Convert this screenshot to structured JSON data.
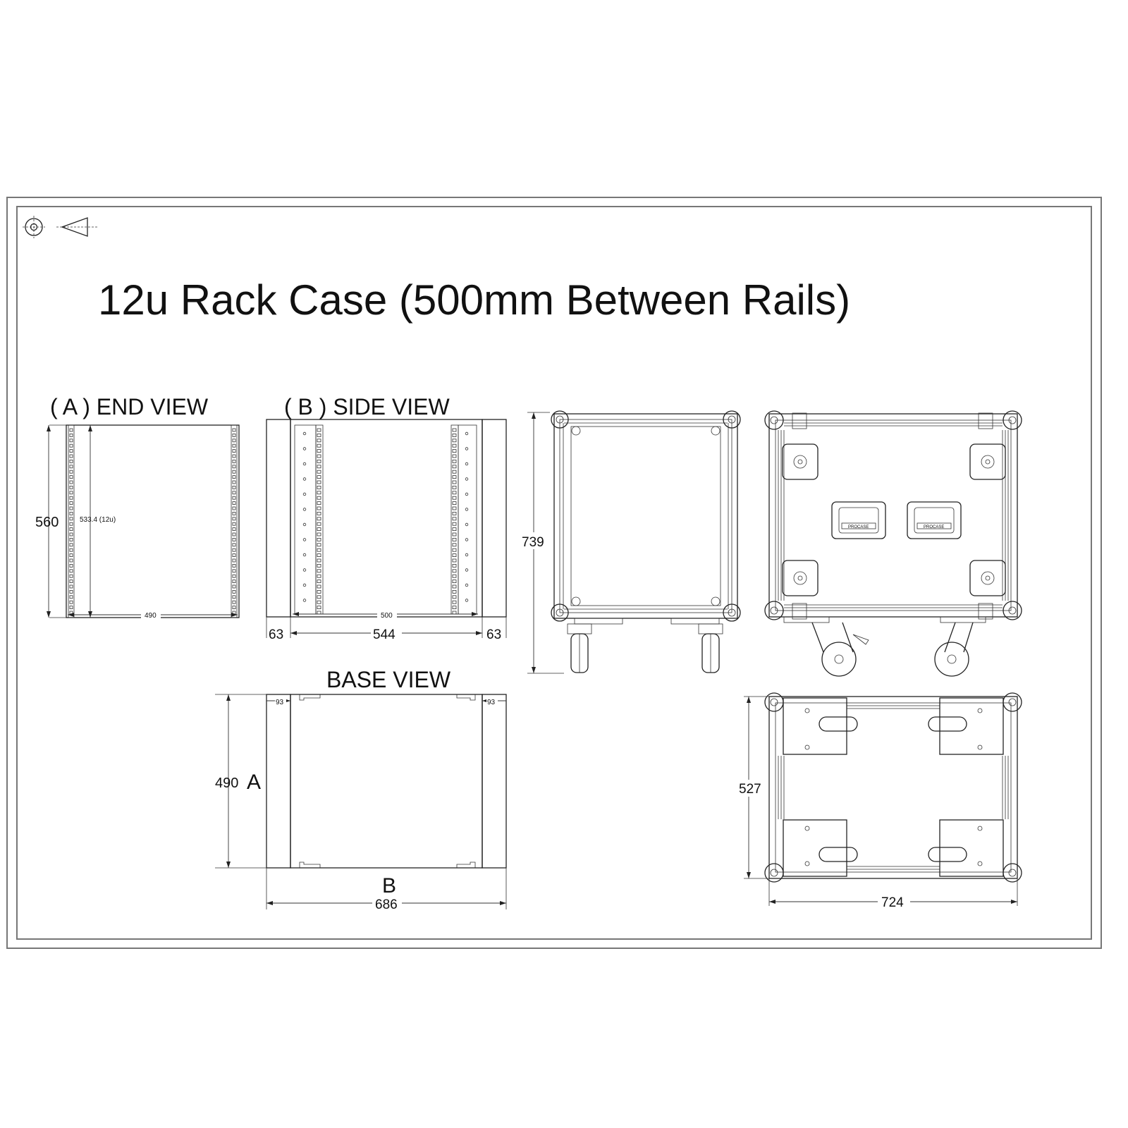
{
  "title": "12u Rack Case (500mm Between Rails)",
  "views": {
    "end_view": {
      "label": "( A ) END VIEW",
      "height": "560",
      "rack_height": "533.4 (12u)",
      "width": "490"
    },
    "side_view": {
      "label": "( B ) SIDE VIEW",
      "rail_width": "500",
      "overall": "544",
      "left_lid": "63",
      "right_lid": "63"
    },
    "base_view": {
      "label": "BASE VIEW",
      "depth": "490",
      "depth_letter": "A",
      "length": "686",
      "length_letter": "B",
      "left_lid": "93",
      "right_lid": "93"
    },
    "front_elevation": {
      "height": "739"
    },
    "plan_view": {
      "depth": "527",
      "width": "724"
    }
  },
  "handle_plate_text": "PROCASE"
}
